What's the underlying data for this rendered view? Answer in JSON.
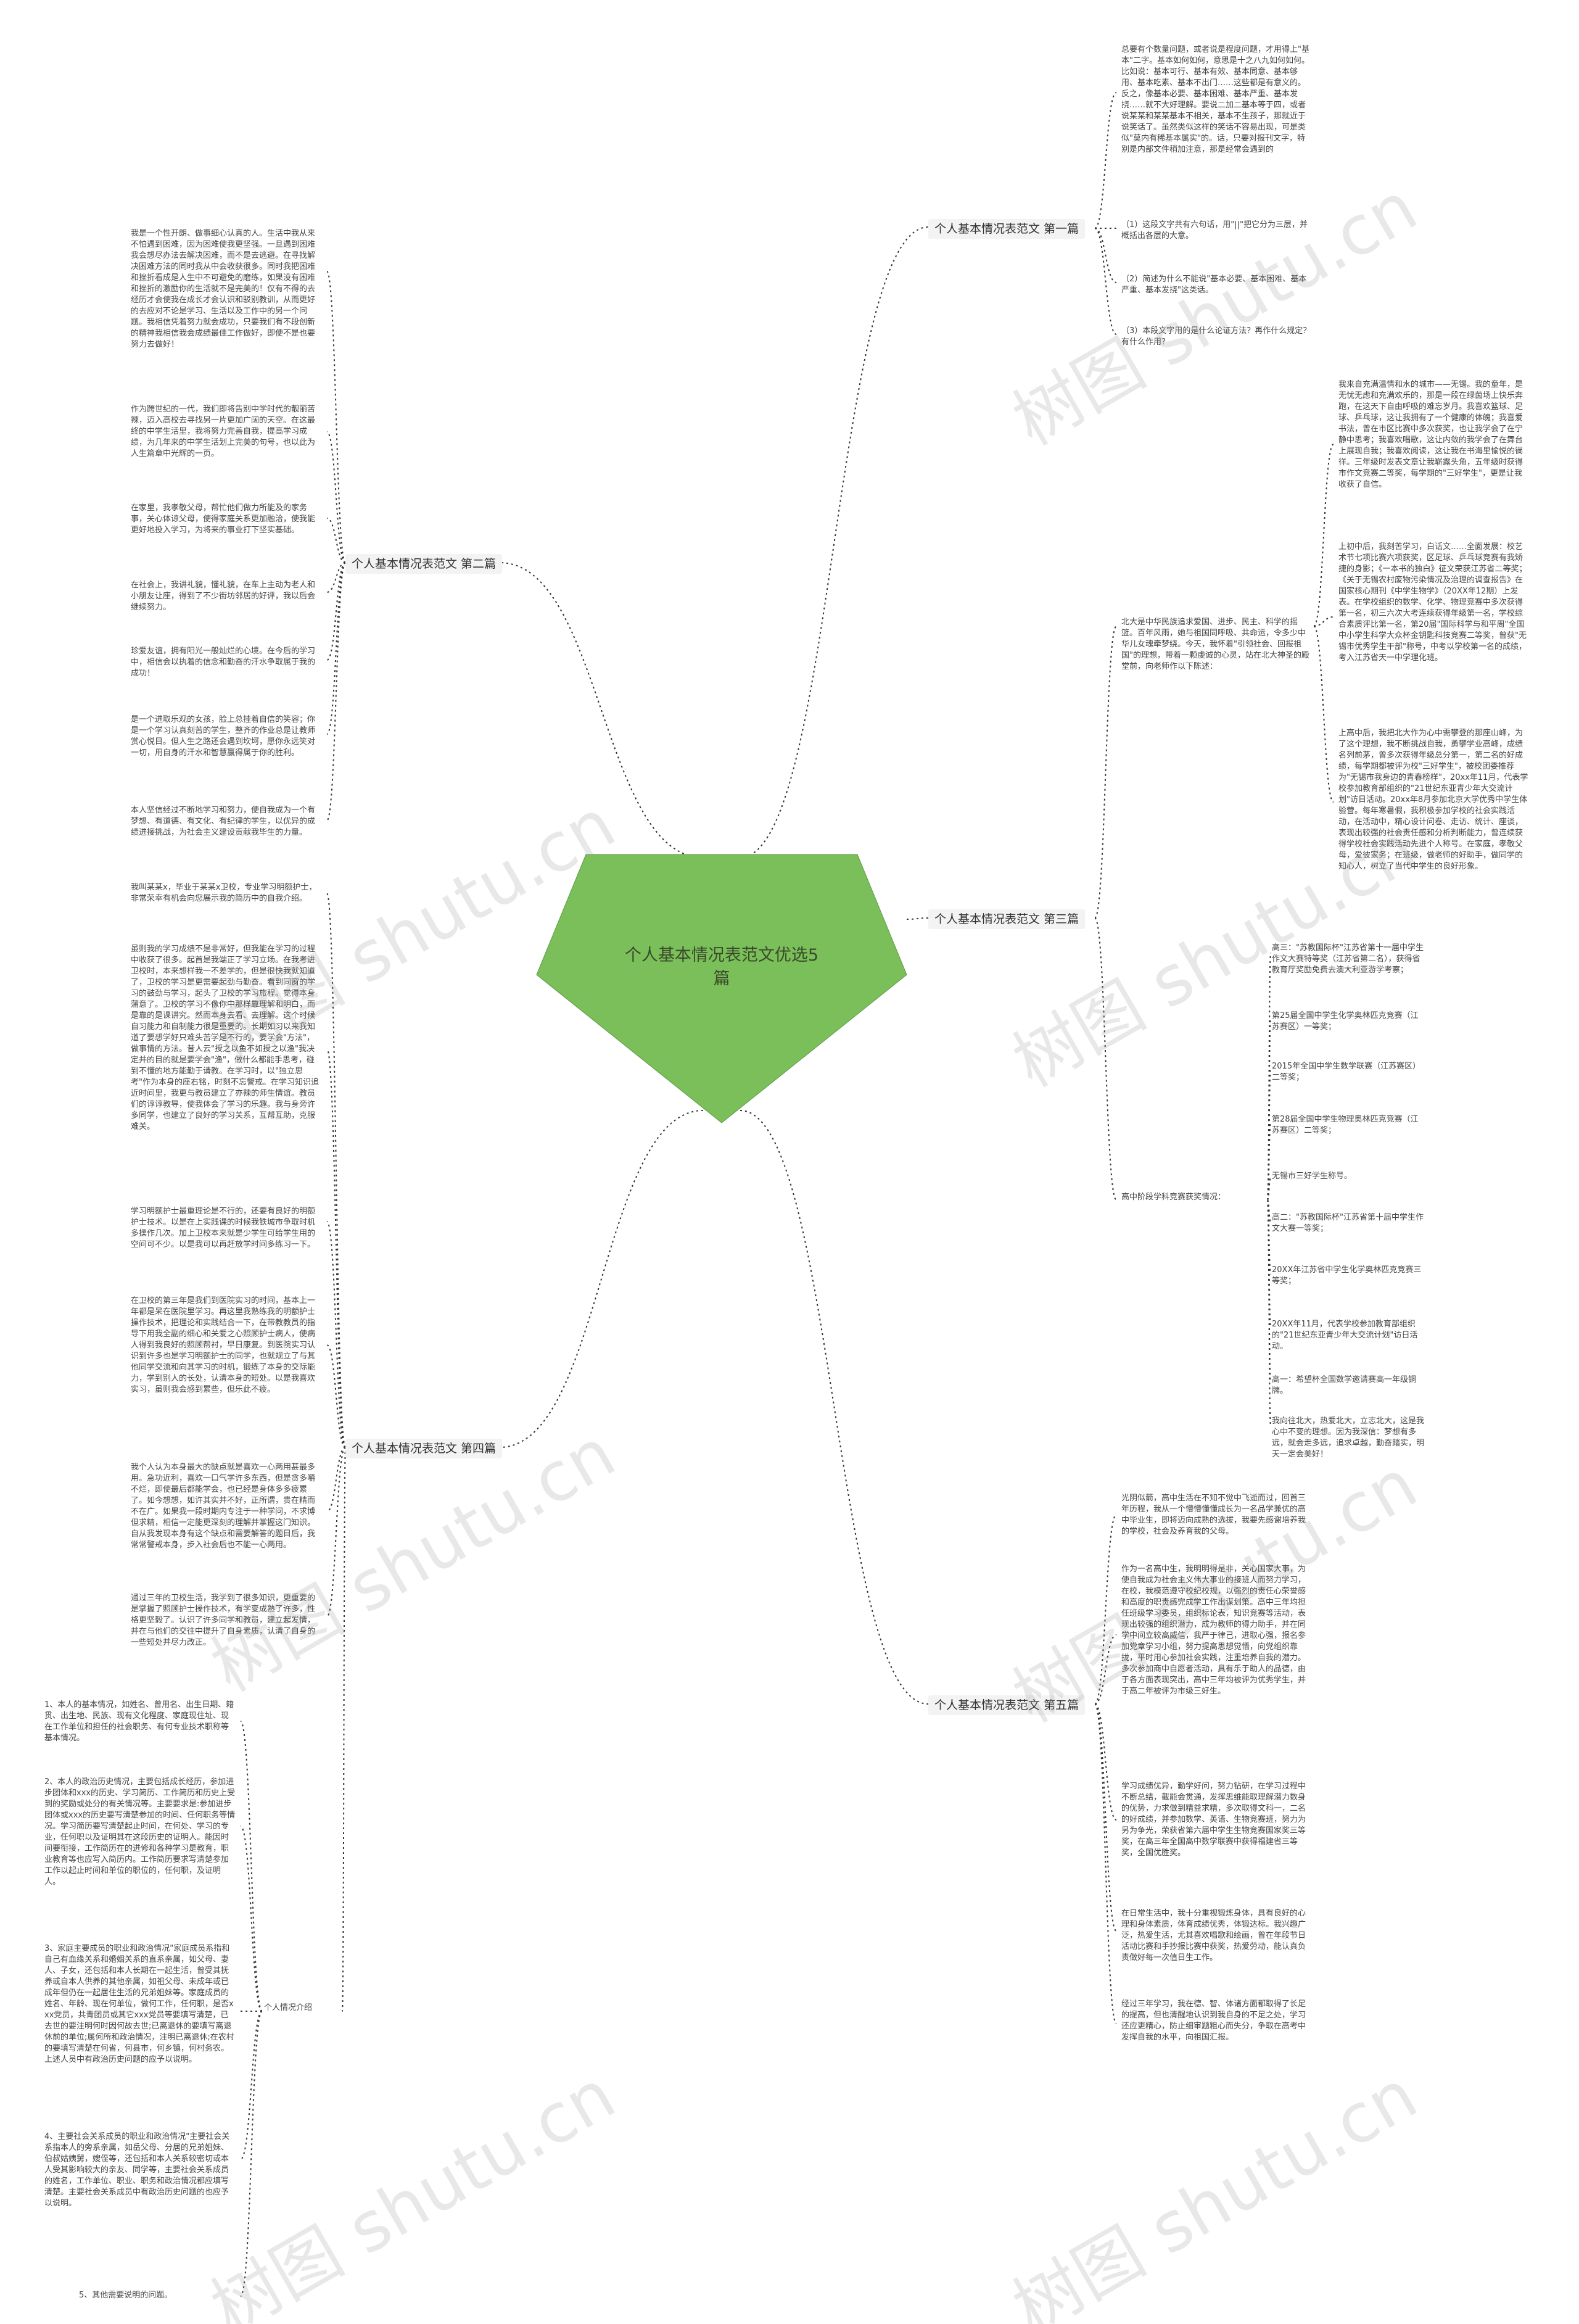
{
  "center": {
    "title": "个人基本情况表范文优选5篇",
    "color": "#7abf5a"
  },
  "branches": [
    {
      "id": "b1",
      "label": "个人基本情况表范文 第一篇"
    },
    {
      "id": "b2",
      "label": "个人基本情况表范文 第二篇"
    },
    {
      "id": "b3",
      "label": "个人基本情况表范文 第三篇"
    },
    {
      "id": "b4",
      "label": "个人基本情况表范文 第四篇"
    },
    {
      "id": "b5",
      "label": "个人基本情况表范文 第五篇"
    }
  ],
  "subtopics": {
    "b3_intro": "北大是中华民族追求爱国、进步、民主、科学的摇篮。百年风雨，她与祖国同呼吸、共命运，令多少中华儿女魂牵梦绕。今天，我怀着\"引领社会、回报祖国\"的理想，带着一颗虔诚的心灵，站在北大神圣的殿堂前，向老师作以下陈述：",
    "b3_awards": "高中阶段学科竞赛获奖情况：",
    "b4_info": "个人情况介绍"
  },
  "texts": {
    "b1_0": "总要有个数量问题，或者说是程度问题，才用得上\"基本\"二字。基本如何如何，意思是十之八九如何如何。比如说：基本可行、基本有效、基本同意、基本够用、基本吃素、基本不出门……这些都是有意义的。反之，像基本必要、基本困难、基本严重、基本发挠……就不大好理解。要说二加二基本等于四，或者说某某和某某基本不相关，基本不生孩子，那就近于说笑话了。虽然类似这样的笑话不容易出现，可是类似\"莫内有稀基本属实\"的。话，只要对报刊文字，特别是内部文件稍加注意，那是经常会遇到的",
    "b1_1": "（1）这段文字共有六句话，用\"||\"把它分为三层，并概括出各层的大意。",
    "b1_2": "（2）简述为什么不能说\"基本必要、基本困难、基本严重、基本发挠\"这类话。",
    "b1_3": "（3）本段文字用的是什么论证方法？再作什么规定？有什么作用？",
    "b2_0": "我是一个性开朗、做事细心认真的人。生活中我从来不怕遇到困难，因为困难使我更坚强。一旦遇到困难我会想尽办法去解决困难，而不是去逃避。在寻找解决困难方法的同时我从中会收获很多。同时我把困难和挫折看成是人生中不可避免的磨练，如果没有困难和挫折的激励你的生活就不是完美的！仅有不得的去经历才会使我在成长才会认识和驳别教训，从而更好的去应对不论是学习、生活以及工作中的另一个问题。我相信凭着努力就会成功，只要我们有不段创新的精神我相信我会成绩最佳工作做好，即使不是也要努力去做好！",
    "b2_1": "作为跨世纪的一代，我们即将告别中学时代的靓丽苦辣，迈入高校去寻找另一片更加广阔的天空。在这最终的中学生活里，我将努力完善自我，提高学习成绩，为几年来的中学生活划上完美的句号，也以此为人生篇章中光辉的一页。",
    "b2_2": "在家里，我孝敬父母，帮忙他们做力所能及的家务事，关心体谅父母，使得家庭关系更加融洽，使我能更好地投入学习，为将来的事业打下坚实基础。",
    "b2_3": "在社会上，我讲礼貌，懂礼貌，在车上主动为老人和小朋友让座，得到了不少街坊邻居的好评，我以后会继续努力。",
    "b2_4": "珍爱友谊，拥有阳光一般灿烂的心境。在今后的学习中，相信会以执着的信念和勤奋的汗水争取属于我的成功！",
    "b2_5": "是一个进取乐观的女孩，脸上总挂着自信的笑容；你是一个学习认真刻苦的学生，整齐的作业总是让教师赏心悦目。但人生之路还会遇到坎坷，愿你永远笑对一切，用自身的汗水和智慧赢得属于你的胜利。",
    "b2_6": "本人坚信经过不断地学习和努力，使自我成为一个有梦想、有道德、有文化、有纪律的学生，以优异的成绩进接挑战，为社会主义建设贡献我毕生的力量。",
    "b3_a": "我来自充满温情和水的城市——无锡。我的童年，是无忧无虑和充满欢乐的，那是一段在绿茵场上快乐奔跑，在这天下自由呼吸的难忘岁月。我喜欢篮球、足球、乒乓球，这让我拥有了一个健康的体魄；我喜爱书法，曾在市区比赛中多次获奖，也让我学会了在宁静中思考；我喜欢唱歌，这让内敛的我学会了在舞台上展现自我；我喜欢阅读，这让我在书海里愉悦的徜徉。三年级时发表文章让我崭露头角，五年级时获得市作文竞赛二等奖，每学期的\"三好学生\"，更是让我收获了自信。",
    "b3_b": "上初中后，我刻苦学习，白话文……全面发展：校艺术节七项比赛六项获奖，区足球、乒乓球竞赛有我矫捷的身影；《一本书的独白》征文荣获江苏省二等奖；《关于无锡农村废物污染情况及治理的调查报告》在国家核心期刊《中学生物学》（20XX年12期）上发表。在学校组织的数学、化学、物理竞赛中多次获得第一名，初三六次大考连续获得年级第一名，学校综合素质评比第一名，第20届\"国际科学与和平周\"全国中小学生科学大众杯金钥匙科技竞赛二等奖，曾获\"无锡市优秀学生干部\"称号，中考以学校第一名的成绩，考入江苏省天一中学理化班。",
    "b3_c": "上高中后，我把北大作为心中需攀登的那座山峰，为了这个理想，我不断挑战自我，勇攀学业高峰，成绩名列前茅，曾多次获得年级总分第一，第二名的好成绩，每学期都被评为校\"三好学生\"，被校团委推荐为\"无锡市我身边的青春榜样\"，20xx年11月，代表学校参加教育部组织的\"21世纪东亚青少年大交流计划\"访日活动。20xx年8月参加北京大学优秀中学生体验营。每年寒暑假，我积极参加学校的社会实践活动，在活动中，精心设计问卷、走访、统计、座谈，表现出较强的社会责任感和分析判断能力，曾连续获得学校社会实践活动先进个人称号。在家庭，孝敬父母，爱彼家务；在班级，做老师的好助手，做同学的知心人，树立了当代中学生的良好形象。",
    "b3_d0": "高三：\"苏教国际杯\"江苏省第十一届中学生作文大赛特等奖（江苏省第二名），获得省教育厅奖励免费去澳大利亚游学考察；",
    "b3_d1": "第25届全国中学生化学奥林匹克竞赛（江苏赛区）一等奖；",
    "b3_d2": "2015年全国中学生数学联赛（江苏赛区）二等奖；",
    "b3_d3": "第28届全国中学生物理奥林匹克竞赛（江苏赛区）二等奖；",
    "b3_d4": "无锡市三好学生称号。",
    "b3_d5": "高二：\"苏教国际杯\"江苏省第十届中学生作文大赛一等奖；",
    "b3_d6": "20XX年江苏省中学生化学奥林匹克竞赛三等奖；",
    "b3_d7": "20XX年11月，代表学校参加教育部组织的\"21世纪东亚青少年大交流计划\"访日活动。",
    "b3_d8": "高一：希望杯全国数学邀请赛高一年级铜牌。",
    "b3_d9": "我向往北大，热爱北大，立志北大，这是我心中不变的理想。因为我深信：梦想有多远，就会走多远，追求卓越，勤奋踏实，明天一定会美好！",
    "b4_0": "我叫某某x，毕业于某某x卫校，专业学习明额护士，非常荣幸有机会向您展示我的简历中的自我介绍。",
    "b4_1": "虽则我的学习成绩不是非常好，但我能在学习的过程中收获了很多。起首是我端正了学习立场。在我考进卫校时，本来想样我一不差学的，但是很快我就知道了，卫校的学习是更需要起劲与勤奋。看到同窗的学习的鼓劲与学习，起头了卫校的学习旅程。觉得本身蒲意了。卫校的学习不像你中那样靠理解和明白，而是靠的是课讲究。然而本身去看、去理解。这个时候自习能力和自制能力很是重要的。长期如习以来我知道了要想学好只难头苦学是不行的，要学会\"方法\"，做事情的方法。昔人云\"授之以鱼不如授之以渔\"我决定并的目的就是要学会\"渔\"，做什么都能手思考，碰到不懂的地方能勤于请教。在学习时，以\"独立思考\"作为本身的座右铭，时刻不忘警戒。在学习知识追近时间里，我更与教员建立了亦辣的师生情谊。教员们的谆谆教导，使我体会了学习的乐趣。我与身旁许多同学，也建立了良好的学习关系，互帮互助，克服难关。",
    "b4_2": "学习明额护士最重理论是不行的，还要有良好的明额护士技术。以是在上实践课的时候我铁城市争取时机多操作几次。加上卫校本来就是少学生可给学生用的空间可不少。以是我可以再赶放学时间多练习一下。",
    "b4_3": "在卫校的第三年是我们到医院实习的时间，基本上一年都是呆在医院里学习。再这里我熟练我的明额护士操作技术，把理论和实践结合一下，在带教教员的指导下用我全副的细心和关爱之心照顾护士病人，使病人得到我良好的照顾帮衬，早日康复。到医院实习认识到许多也是学习明额护士的同学，也就规立了与其他同学交流和向其学习的时机，锻练了本身的交际能力，学到别人的长处，认清本身的短处。以是我喜欢实习，虽则我会感到累些，但乐此不疲。",
    "b4_4": "我个人认为本身最大的缺点就是喜欢一心两用甚最多用。急功近利，喜欢一口气学许多东西，但是贪多嚼不烂，即使最后都能学会，也已经是身体多多疲累了。如今想想，如许其实并不好，正所谓，贵在精而不在广。如果我一段时期内专注于一种学问，不求博但求精，相信一定能更深刻的理解并掌握这门知识。自从我发现本身有这个缺点和需要解答的题目后，我常常警戒本身，步入社会后也不能一心两用。",
    "b4_5": "通过三年的卫校生活，我学到了很多知识，更重要的是掌握了照顾护士操作技术，有学变成熟了许多，性格更坚毅了。认识了许多同学和教员，建立起发情，并在与他们的交往中提升了自身素质，认清了自身的一些短处并尽力改正。",
    "b4_i0": "1、本人的基本情况，如姓名、曾用名、出生日期、籍贯、出生地、民族、现有文化程度、家庭现住址、现在工作单位和担任的社会职务、有何专业技术职称等基本情况。",
    "b4_i1": "2、本人的政治历史情况，主要包括成长经历，参加进步团体和xxx的历史、学习简历、工作简历和历史上受到的奖励或处分的有关情况等。主要要求是:参加进步团体或xxx的历史要写清楚参加的时间、任何职务等情况。学习简历要写清楚起止时间，在何处、学习的专业，任何职以及证明其在这段历史的证明人。能因时间要衔接，工作简历在的进修和各种学习是教育，职业教育等也应写入简历内。工作简历要求写清楚参加工作以起止时间和单位的职位的，任何职，及证明人。",
    "b4_i2": "3、家庭主要成员的职业和政治情况\"家庭成员系指和自己有血缘关系和婚姻关系的直系亲属，如父母、妻人、子女，还包括和本人长期在一起生活，曾受其抚养或自本人供养的其他亲属，如祖父母、未成年或已成年但仍在一起居住生活的兄弟姐妹等。家庭成员的姓名、年龄、现在何单位，做何工作，任何职，是否xxx党员，共青团员或其它xxx党员等要填写清楚，已去世的要注明何时因何故去世;已离退休的要填写离退休前的单位;属何所和政治情况，注明已离退休;在农村的要填写清楚在何省，何县市，何乡镇，何村务农。上述人员中有政治历史问题的应予以说明。",
    "b4_i3": "4、主要社会关系成员的职业和政治情况\"主要社会关系指本人的旁系亲属，如岳父母、分居的兄弟姐妹、伯叔姑姨舅，嫂侄等，还包括和本人关系较密切或本人受其影响较大的亲友、同学等，主要社会关系成员的姓名，工作单位、职业、职务和政治情况都应填写清楚。主要社会关系成员中有政治历史问题的也应予以说明。",
    "b4_i4": "5、其他需要说明的问题。",
    "b5_0": "光阴似箭，高中生活在不知不觉中飞逝而过，回首三年历程，我从一个懵懵懂懂成长为一名品学兼优的高中毕业生，即将迈向成熟的选拔，我要先感谢培养我的学校，社会及养育我的父母。",
    "b5_1": "作为一名高中生，我明明得是非，关心国家大事，为使自我成为社会主义伟大事业的接班人而努力学习，在校，我模范遵守校纪校规，以强烈的责任心荣誉感和高度的职责感完成学工作出谋划策。高中三年均担任班级学习委员，组织标论表，知识竞赛等活动，表现出较强的组织潜力，成为教师的得力助手，并在同学中间立较高威信，我严于律己，进取心强，报名参加党章学习小组，努力提高思想觉悟，向党组织靠拢，平时用心参加社会实践，注重培养自我的潜力。多次参加商中自愿者活动，具有乐于助人的品德，由于各方面表现突出，高中三年均被评为优秀学生，并于高二年被评为市级三好生。",
    "b5_2": "学习成绩优异，勤学好问，努力钻研，在学习过程中不断总结，截能会贯通，发挥思维能取理解潜力数身的优势，力求做到精益求精，多次取得文科一，二名的好成绩，并参加数学、英语、生物竞赛班，努力为另为争光，荣获省第六届中学生生物竞赛国家奖三等奖，在高三年全国高中数学联赛中获得福建省三等奖，全国优胜奖。",
    "b5_3": "在日常生活中，我十分重视锻炼身体，具有良好的心理和身体素质，体育成绩优秀，体锻达标。我兴趣广泛，热爱生活，尤其喜欢唱歌和绘画，曾在年段节日活动比赛和手抄报比赛中获奖，热爱劳动，能认真负责做好每一次值日生工作。",
    "b5_4": "经过三年学习，我在德、智、体诸方面都取得了长足的提高，但也清醒地认识到我自身的不足之处，学习还应更精心，防止细审题粗心而失分，争取在高考中发挥自我的水平，向祖国汇报。"
  },
  "watermark": "树图 shutu.cn"
}
